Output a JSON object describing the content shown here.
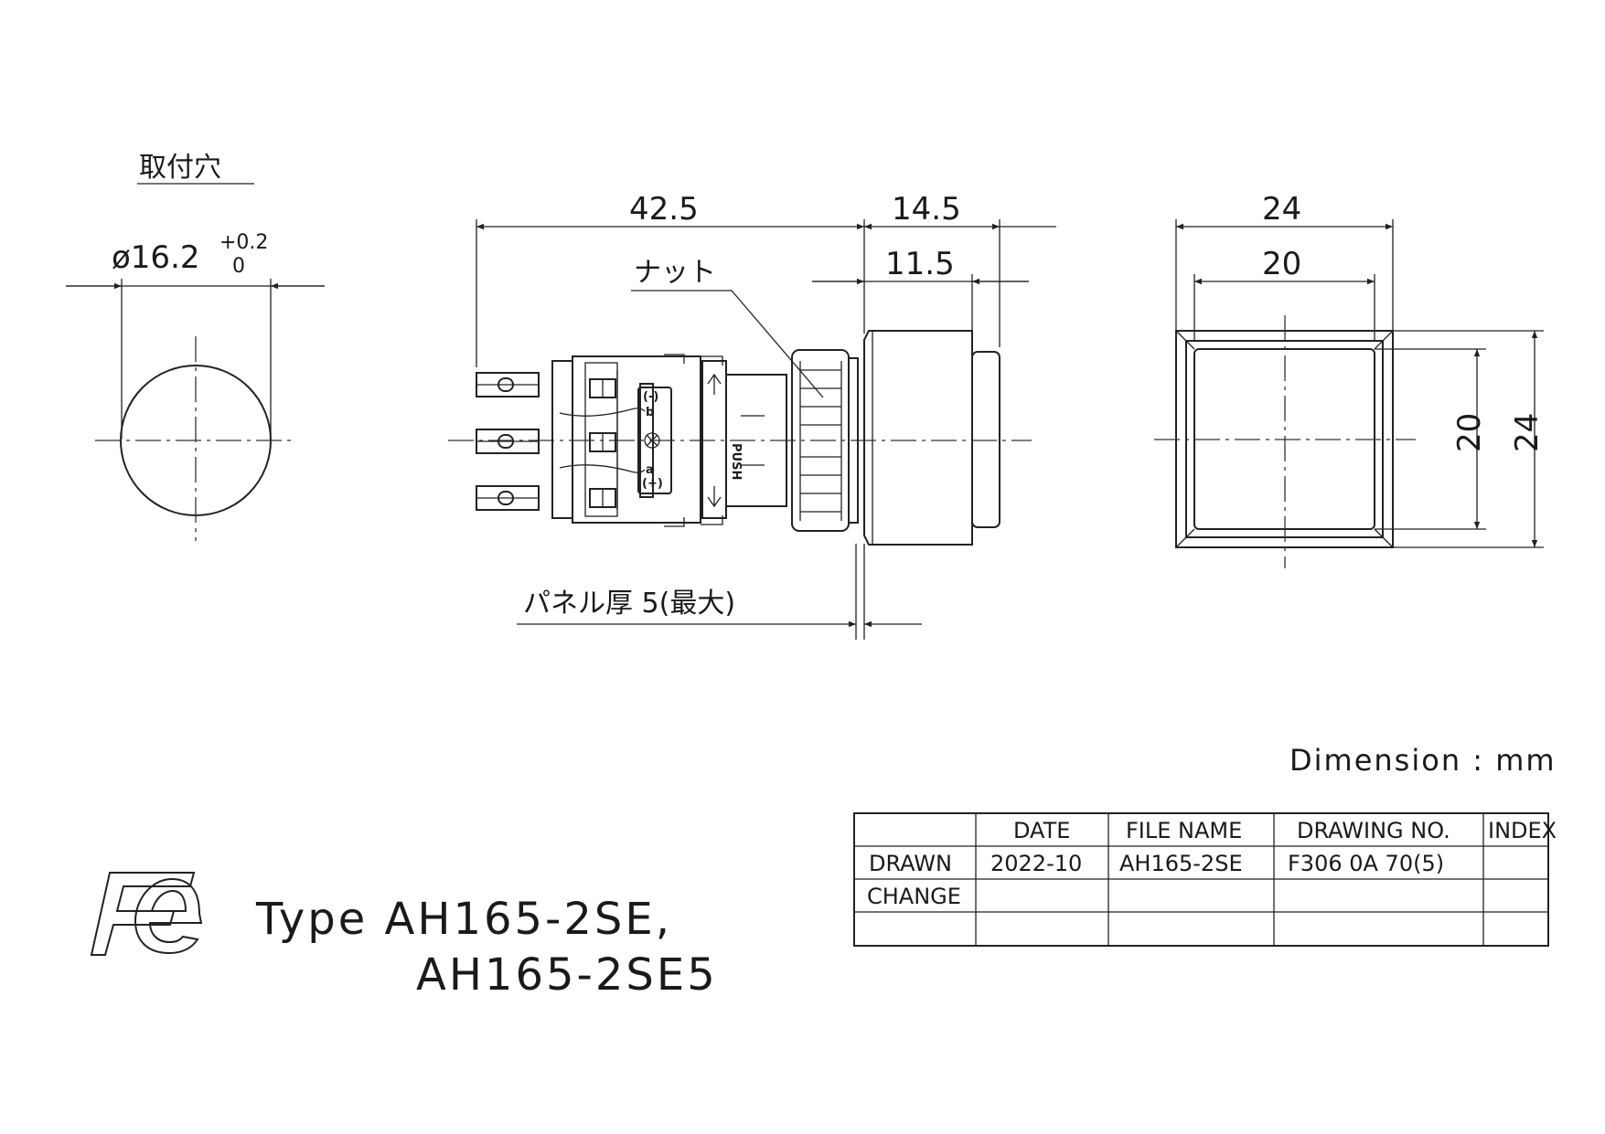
{
  "mounting_hole": {
    "title": "取付穴",
    "diameter": "ø16.2",
    "tol_plus": "+0.2",
    "tol_minus": "0"
  },
  "side_view": {
    "dim_overall_rear": "42.5",
    "dim_front": "14.5",
    "dim_front_inner": "11.5",
    "nut_label": "ナット",
    "panel_label": "パネル厚 5(最大)",
    "push_label": "PUSH",
    "contact_b": "b",
    "contact_a": "a",
    "sign_minus": "(-)",
    "sign_plus": "(+)"
  },
  "front_view": {
    "outer_width": "24",
    "inner_width": "20",
    "inner_height": "20",
    "outer_height": "24"
  },
  "dimension_unit": "Dimension : mm",
  "title_block": {
    "headers": [
      "",
      "DATE",
      "FILE NAME",
      "DRAWING NO.",
      "INDEX"
    ],
    "rows": [
      [
        "DRAWN",
        "2022-10",
        "AH165-2SE",
        "F306 0A 70(5)",
        ""
      ],
      [
        "CHANGE",
        "",
        "",
        "",
        ""
      ],
      [
        "",
        "",
        "",
        "",
        ""
      ]
    ]
  },
  "logo_text": "Fe",
  "type_line1": "Type AH165-2SE,",
  "type_line2": "AH165-2SE5"
}
